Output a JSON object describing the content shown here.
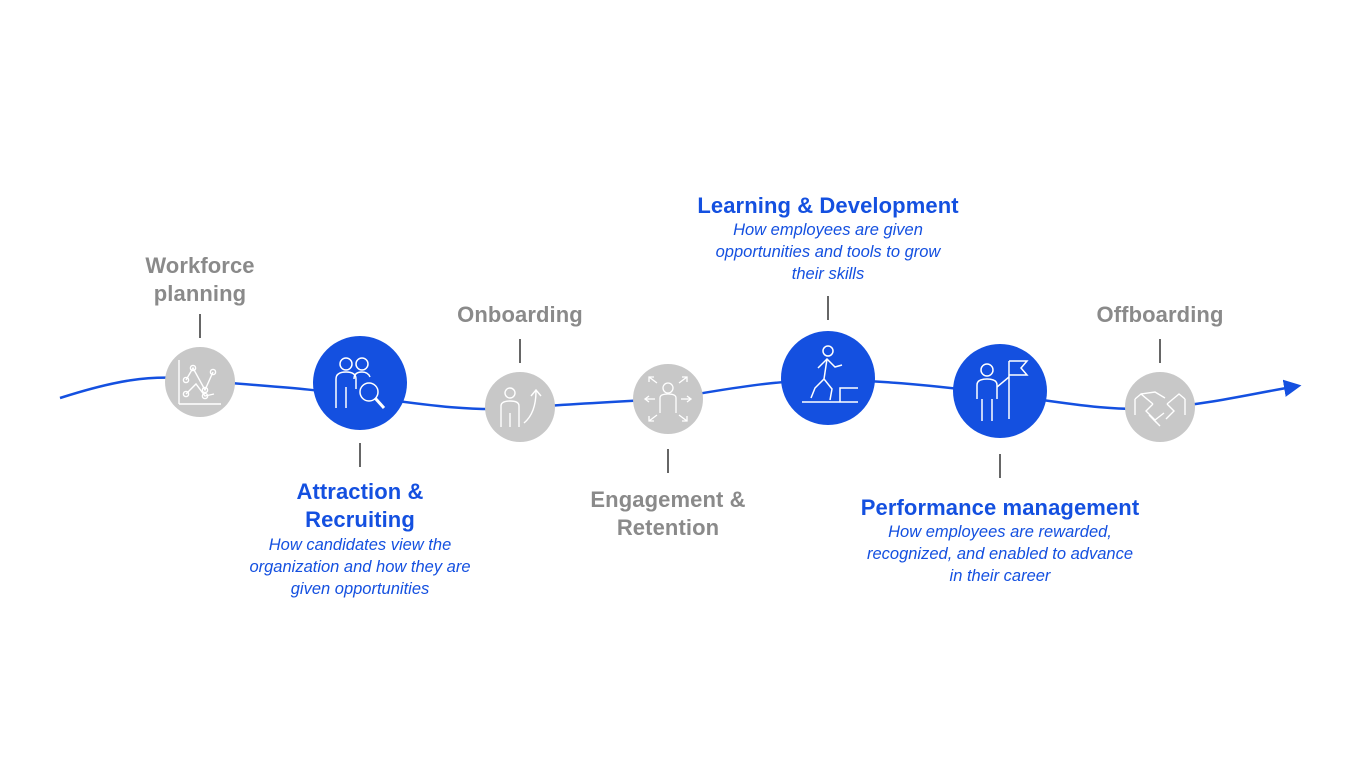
{
  "colors": {
    "accent": "#1450e0",
    "muted_fill": "#c8c8c8",
    "muted_text": "#8a8a8a",
    "background": "#ffffff"
  },
  "stages": [
    {
      "id": "workforce-planning",
      "title": "Workforce\nplanning",
      "description": "",
      "highlighted": false,
      "icon": "scatter-chart-icon"
    },
    {
      "id": "attraction-recruiting",
      "title": "Attraction &\nRecruiting",
      "description": "How candidates view the\norganization and how they are\ngiven opportunities",
      "highlighted": true,
      "icon": "people-search-icon"
    },
    {
      "id": "onboarding",
      "title": "Onboarding",
      "description": "",
      "highlighted": false,
      "icon": "person-arrow-up-icon"
    },
    {
      "id": "engagement-retention",
      "title": "Engagement &\nRetention",
      "description": "",
      "highlighted": false,
      "icon": "person-arrows-out-icon"
    },
    {
      "id": "learning-development",
      "title": "Learning & Development",
      "description": "How employees are given\nopportunities and tools to grow\ntheir skills",
      "highlighted": true,
      "icon": "person-climbing-stairs-icon"
    },
    {
      "id": "performance-management",
      "title": "Performance management",
      "description": "How employees are rewarded,\nrecognized, and enabled to advance\nin their career",
      "highlighted": true,
      "icon": "person-flag-icon"
    },
    {
      "id": "offboarding",
      "title": "Offboarding",
      "description": "",
      "highlighted": false,
      "icon": "handshake-icon"
    }
  ]
}
